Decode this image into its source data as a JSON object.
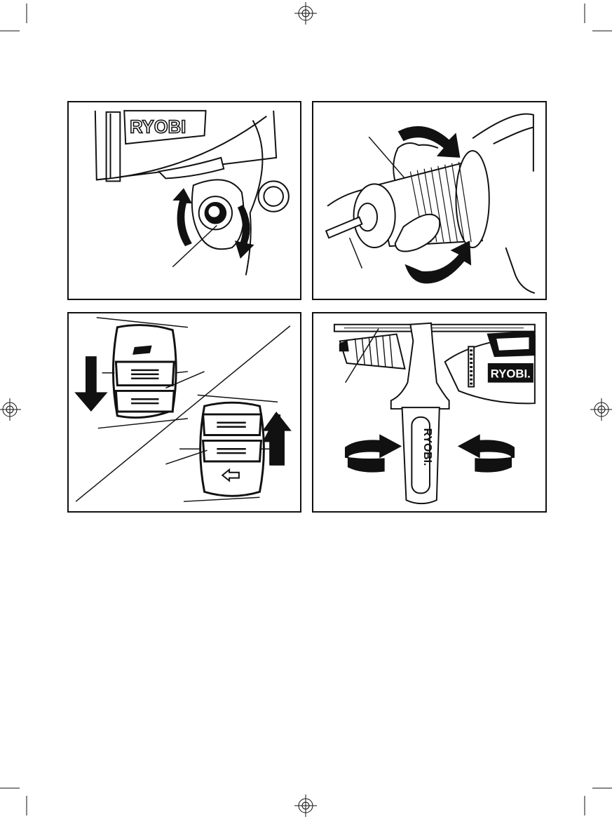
{
  "page": {
    "background_color": "#ffffff",
    "ink_color": "#111111"
  },
  "figures": [
    {
      "id": "fig-1",
      "subject": "rotary-selector-knob",
      "logo_text": "RYOBI"
    },
    {
      "id": "fig-2",
      "subject": "keyless-chuck",
      "logo_text": ""
    },
    {
      "id": "fig-3",
      "subject": "direction-switch"
    },
    {
      "id": "fig-4",
      "subject": "auxiliary-handle",
      "logo_text_body": "RYOBI.",
      "logo_text_handle": "RYOBI."
    }
  ]
}
